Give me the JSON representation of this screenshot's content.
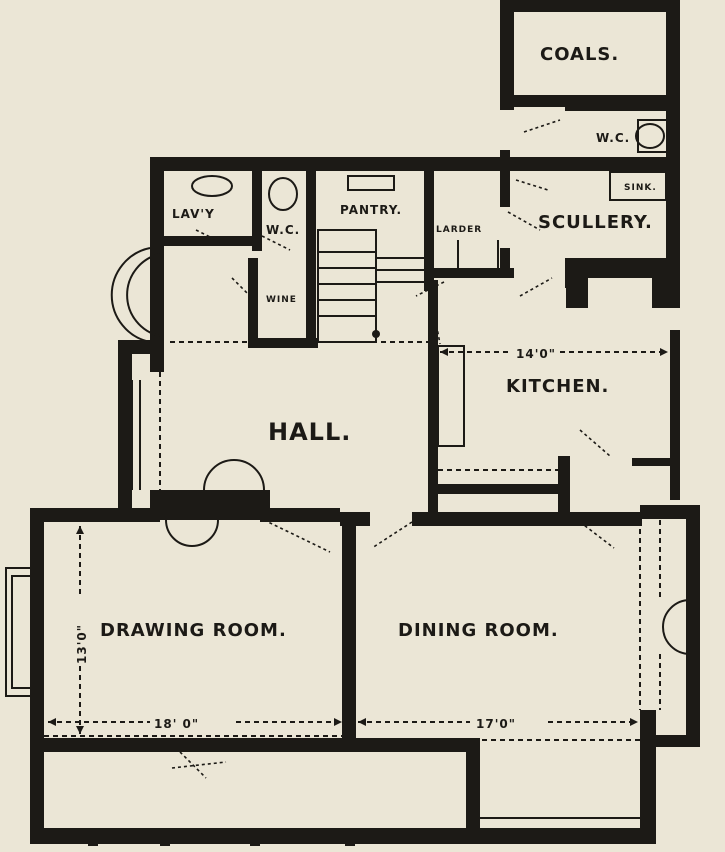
{
  "rooms": {
    "coals": "COALS.",
    "wc_upper": "W.C.",
    "lavatory": "LAV'Y",
    "wc_lower": "W.C.",
    "pantry": "PANTRY.",
    "larder": "LARDER",
    "scullery": "SCULLERY.",
    "sink": "SINK.",
    "wine": "WINE",
    "hall": "HALL.",
    "kitchen": "KITCHEN.",
    "drawing_room": "DRAWING ROOM.",
    "dining_room": "DINING ROOM."
  },
  "dimensions": {
    "kitchen_width": "14'0\"",
    "drawing_depth": "13'0\"",
    "drawing_width": "18' 0\"",
    "dining_width": "17'0\""
  }
}
